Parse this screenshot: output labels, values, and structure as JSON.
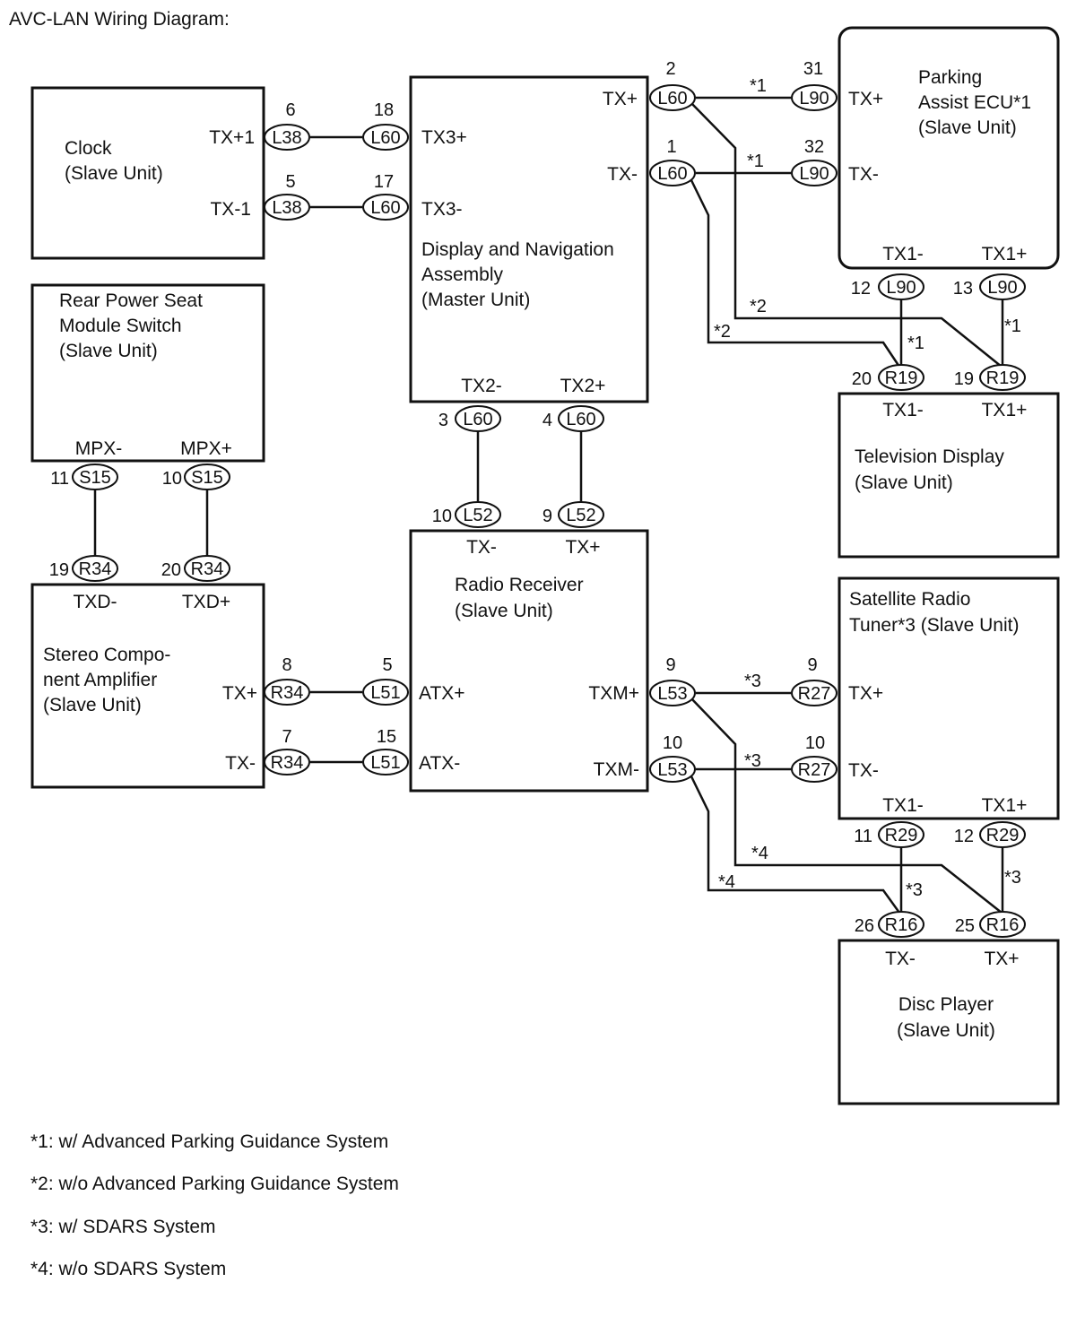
{
  "title": "AVC-LAN Wiring Diagram:",
  "units": {
    "clock": {
      "name": [
        "Clock",
        "(Slave Unit)"
      ],
      "ports": [
        "TX+1",
        "TX-1"
      ]
    },
    "rear_seat": {
      "name": [
        "Rear Power Seat",
        "Module Switch",
        "(Slave Unit)"
      ],
      "ports": [
        "MPX-",
        "MPX+"
      ]
    },
    "stereo": {
      "name": [
        "Stereo Compo-",
        "nent Amplifier",
        "(Slave Unit)"
      ],
      "ports": [
        "TXD-",
        "TXD+",
        "TX+",
        "TX-"
      ]
    },
    "nav": {
      "name": [
        "Display and Navigation",
        "Assembly",
        "(Master Unit)"
      ],
      "ports": [
        "TX+",
        "TX-",
        "TX3+",
        "TX3-",
        "TX2-",
        "TX2+"
      ]
    },
    "radio": {
      "name": [
        "Radio Receiver",
        "(Slave Unit)"
      ],
      "ports": [
        "TX-",
        "TX+",
        "ATX+",
        "ATX-",
        "TXM+",
        "TXM-"
      ]
    },
    "parking": {
      "name": [
        "Parking",
        "Assist ECU*1",
        "(Slave Unit)"
      ],
      "ports": [
        "TX+",
        "TX-",
        "TX1-",
        "TX1+"
      ]
    },
    "tv": {
      "name": [
        "Television Display",
        "(Slave Unit)"
      ],
      "ports": [
        "TX1-",
        "TX1+"
      ]
    },
    "sat": {
      "name": [
        "Satellite Radio",
        "Tuner*3 (Slave Unit)"
      ],
      "ports": [
        "TX+",
        "TX-",
        "TX1-",
        "TX1+"
      ]
    },
    "disc": {
      "name": [
        "Disc Player",
        "(Slave Unit)"
      ],
      "ports": [
        "TX-",
        "TX+"
      ]
    }
  },
  "connectors": [
    {
      "code": "L38",
      "pin": "6"
    },
    {
      "code": "L60",
      "pin": "18"
    },
    {
      "code": "L38",
      "pin": "5"
    },
    {
      "code": "L60",
      "pin": "17"
    },
    {
      "code": "L60",
      "pin": "2"
    },
    {
      "code": "L90",
      "pin": "31"
    },
    {
      "code": "L60",
      "pin": "1"
    },
    {
      "code": "L90",
      "pin": "32"
    },
    {
      "code": "L90",
      "pin": "12"
    },
    {
      "code": "L90",
      "pin": "13"
    },
    {
      "code": "R19",
      "pin": "20"
    },
    {
      "code": "R19",
      "pin": "19"
    },
    {
      "code": "L60",
      "pin": "3"
    },
    {
      "code": "L60",
      "pin": "4"
    },
    {
      "code": "L52",
      "pin": "10"
    },
    {
      "code": "L52",
      "pin": "9"
    },
    {
      "code": "S15",
      "pin": "11"
    },
    {
      "code": "S15",
      "pin": "10"
    },
    {
      "code": "R34",
      "pin": "19"
    },
    {
      "code": "R34",
      "pin": "20"
    },
    {
      "code": "R34",
      "pin": "8"
    },
    {
      "code": "L51",
      "pin": "5"
    },
    {
      "code": "R34",
      "pin": "7"
    },
    {
      "code": "L51",
      "pin": "15"
    },
    {
      "code": "L53",
      "pin": "9"
    },
    {
      "code": "R27",
      "pin": "9"
    },
    {
      "code": "L53",
      "pin": "10"
    },
    {
      "code": "R27",
      "pin": "10"
    },
    {
      "code": "R29",
      "pin": "11"
    },
    {
      "code": "R29",
      "pin": "12"
    },
    {
      "code": "R16",
      "pin": "26"
    },
    {
      "code": "R16",
      "pin": "25"
    }
  ],
  "wire_marks": [
    "*1",
    "*1",
    "*2",
    "*2",
    "*1",
    "*1",
    "*3",
    "*3",
    "*4",
    "*4",
    "*3",
    "*3"
  ],
  "notes": [
    "*1: w/ Advanced Parking Guidance System",
    "*2: w/o Advanced Parking Guidance System",
    "*3: w/ SDARS System",
    "*4: w/o SDARS System"
  ]
}
